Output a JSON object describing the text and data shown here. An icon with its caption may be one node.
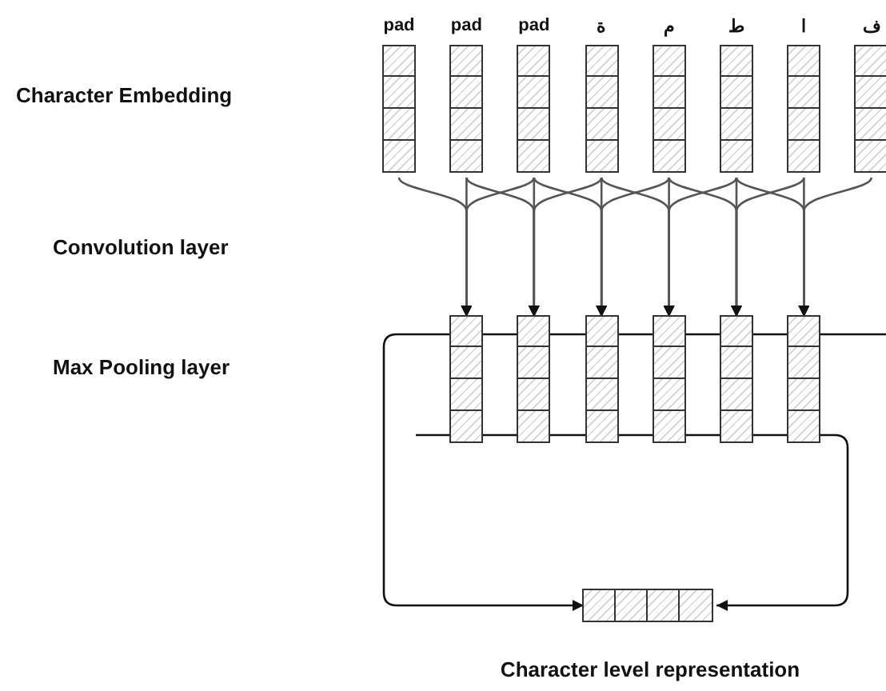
{
  "diagram": {
    "nodes": [
      {
        "text": [],
        "shape": "bar",
        "beside": [
          "pad"
        ]
      },
      {
        "text": [],
        "shape": "bar",
        "beside": [
          "pad"
        ]
      },
      {
        "text": [],
        "shape": "bar",
        "beside": [
          "pad"
        ]
      },
      {
        "text": [],
        "shape": "bar",
        "beside": [
          "ة"
        ]
      },
      {
        "text": [],
        "shape": "bar",
        "beside": [
          "م"
        ]
      },
      {
        "text": [],
        "shape": "bar",
        "beside": [
          "ط"
        ]
      },
      {
        "text": [],
        "shape": "bar",
        "beside": [
          "ا"
        ]
      },
      {
        "text": [],
        "shape": "bar",
        "beside": [
          "ف"
        ]
      },
      {
        "text": [],
        "shape": "bar"
      },
      {
        "text": [],
        "shape": "bar"
      },
      {
        "text": [],
        "shape": "bar"
      },
      {
        "text": [],
        "shape": "bar"
      },
      {
        "text": [],
        "shape": "bar"
      },
      {
        "text": [],
        "shape": "bar"
      },
      {
        "text": [],
        "shape": "bar",
        "beside": [
          "Character level representation"
        ]
      }
    ],
    "edges": [
      {
        "from": 0,
        "to": 8,
        "arrow": "to"
      },
      {
        "from": 1,
        "to": 8,
        "arrow": "to"
      },
      {
        "from": 2,
        "to": 8,
        "arrow": "to"
      },
      {
        "from": 1,
        "to": 9,
        "arrow": "to"
      },
      {
        "from": 2,
        "to": 9,
        "arrow": "to"
      },
      {
        "from": 3,
        "to": 9,
        "arrow": "to"
      },
      {
        "from": 2,
        "to": 10,
        "arrow": "to"
      },
      {
        "from": 3,
        "to": 10,
        "arrow": "to"
      },
      {
        "from": 4,
        "to": 10,
        "arrow": "to"
      },
      {
        "from": 3,
        "to": 11,
        "arrow": "to"
      },
      {
        "from": 4,
        "to": 11,
        "arrow": "to"
      },
      {
        "from": 5,
        "to": 11,
        "arrow": "to"
      },
      {
        "from": 4,
        "to": 12,
        "arrow": "to"
      },
      {
        "from": 5,
        "to": 12,
        "arrow": "to"
      },
      {
        "from": 6,
        "to": 12,
        "arrow": "to"
      },
      {
        "from": 5,
        "to": 13,
        "arrow": "to"
      },
      {
        "from": 6,
        "to": 13,
        "arrow": "to"
      },
      {
        "from": 7,
        "to": 13,
        "arrow": "to"
      },
      {
        "from": null,
        "to": 14,
        "arrow": "to"
      },
      {
        "from": null,
        "to": 14,
        "arrow": "to"
      }
    ],
    "labels": [
      "Character Embedding",
      "Convolution layer",
      "Max Pooling layer"
    ]
  }
}
